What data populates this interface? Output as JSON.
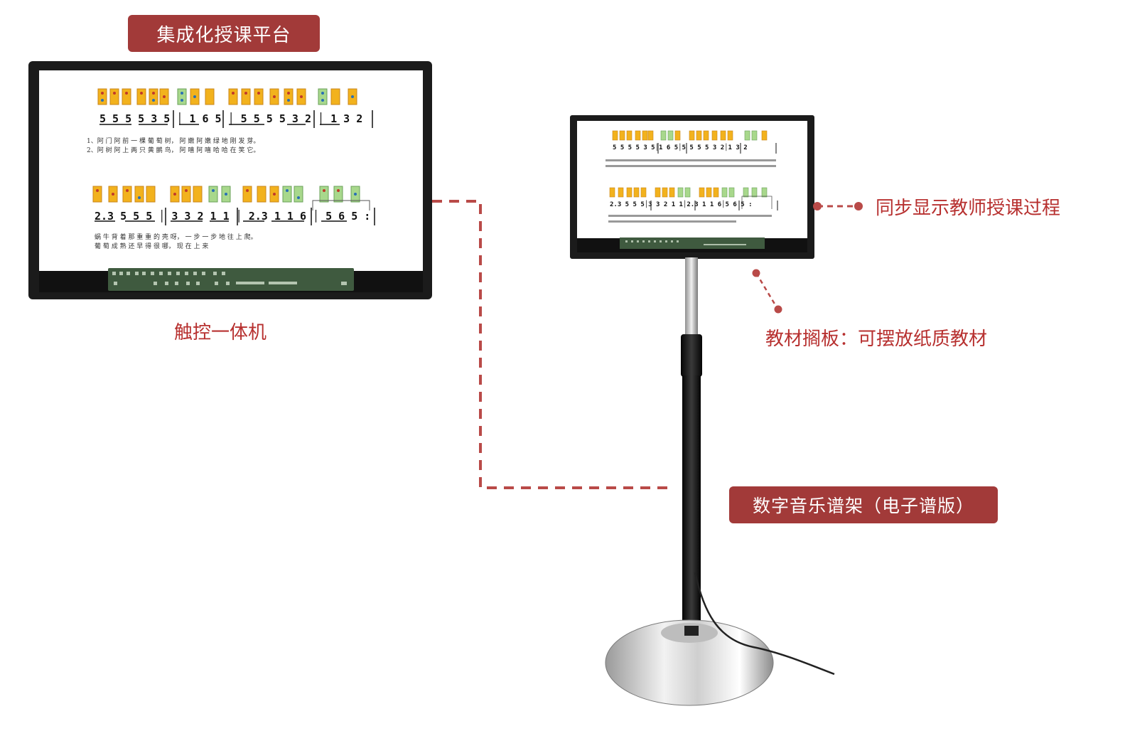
{
  "labels": {
    "platform_badge": "集成化授课平台",
    "touch_device": "触控一体机",
    "sync_display": "同步显示教师授课过程",
    "book_rest": "教材搁板：可摆放纸质教材",
    "digital_stand_badge": "数字音乐谱架（电子谱版）"
  },
  "score": {
    "line1_notes": "5 5 5  5 3 5 │ 1 6  5 │ 5 5 5  5  3 2 │ 1 3   2",
    "line1_lyrics_1": "1、阿 门 阿 前 一 棵    葡 萄 树，   阿 嫩 阿 嫩 绿 地    刚 发  芽。",
    "line1_lyrics_2": "2、阿 树 阿 上 两 只    黄 鹂 鸟，   阿 嘻 阿 嘻 哈 哈    在 笑  它。",
    "line2_notes": "2.3  5 5 5 │ 3 3 2  1 1 │ 2.3  1 1 6 │ 5 6  5 :",
    "line2_lyrics_1": "蜗 牛  背 着 那    重 重 的  壳 呀，  一 步  一 步 地    往  上  爬。",
    "line2_lyrics_2": "葡 萄  成 熟      还 早 得  很 哪，  现 在  上 来",
    "small_line1_notes": "5 5 5 5 3 5│1 6 5│5 5 5 5 3 2│1 3  2",
    "small_line2_notes": "2.3  5 5 5│3 3 2 1 1│2.3 1 1 6│5 6 5 :"
  },
  "colors": {
    "accent": "#a23a39",
    "label_text": "#b7302f",
    "connector": "#b94a48",
    "block_yellow": "#f2b21d",
    "block_green": "#a8d88c",
    "monitor_frame": "#1b1b1b",
    "taskbar": "#3f5a3f"
  }
}
